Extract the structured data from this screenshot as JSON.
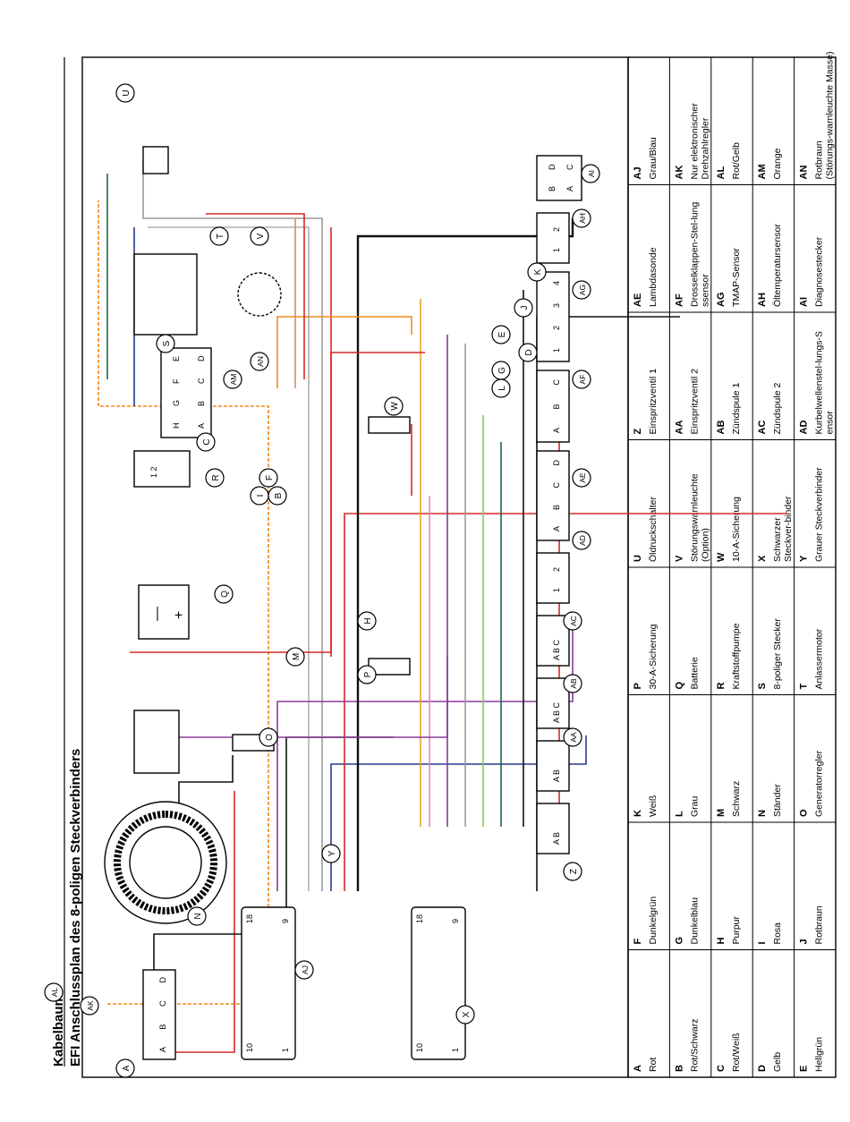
{
  "header": {
    "title": "Kabelbaum",
    "subtitle": "EFI Anschlussplan des 8-poligen Steckverbinders"
  },
  "colors": {
    "rot": "#d62828",
    "gelb": "#e0a82e",
    "rot_weiss": "#e07070",
    "rot_schwarz": "#8b1a1a",
    "dunkelgruen": "#1f6b3a",
    "dunkelblau": "#2b3a8c",
    "rosa": "#e888b8",
    "purpur": "#8a3a9a",
    "schwarz": "#111111",
    "grau": "#9a9a9a",
    "hellgruen": "#7ccf5a",
    "orange": "#f08a1c",
    "rot_gelb": "#d9822b",
    "grau_blau": "#5a6e9a",
    "gelb_orange": "#e8c020"
  },
  "legend_rows": [
    [
      {
        "k": "A",
        "v": "Rot"
      },
      {
        "k": "B",
        "v": "Rot/Schwarz"
      },
      {
        "k": "C",
        "v": "Rot/Weiß"
      },
      {
        "k": "D",
        "v": "Gelb"
      },
      {
        "k": "E",
        "v": "Hellgrün"
      }
    ],
    [
      {
        "k": "F",
        "v": "Dunkelgrün"
      },
      {
        "k": "G",
        "v": "Dunkelblau"
      },
      {
        "k": "H",
        "v": "Purpur"
      },
      {
        "k": "I",
        "v": "Rosa"
      },
      {
        "k": "J",
        "v": "Rotbraun"
      }
    ],
    [
      {
        "k": "K",
        "v": "Weiß"
      },
      {
        "k": "L",
        "v": "Grau"
      },
      {
        "k": "M",
        "v": "Schwarz"
      },
      {
        "k": "N",
        "v": "Ständer"
      },
      {
        "k": "O",
        "v": "Generatorregler"
      }
    ],
    [
      {
        "k": "P",
        "v": "30-A-Sicherung"
      },
      {
        "k": "Q",
        "v": "Batterie"
      },
      {
        "k": "R",
        "v": "Kraftstoffpumpe"
      },
      {
        "k": "S",
        "v": "8-poliger Stecker"
      },
      {
        "k": "T",
        "v": "Anlassermotor"
      }
    ],
    [
      {
        "k": "U",
        "v": "Öldruckschalter"
      },
      {
        "k": "V",
        "v": "Störungswarnleuchte (Option)"
      },
      {
        "k": "W",
        "v": "10-A-Sicherung"
      },
      {
        "k": "X",
        "v": "Schwarzer Steckver-binder"
      },
      {
        "k": "Y",
        "v": "Grauer Steckverbinder"
      }
    ],
    [
      {
        "k": "Z",
        "v": "Einspritzventil 1"
      },
      {
        "k": "AA",
        "v": "Einspritzventil 2"
      },
      {
        "k": "AB",
        "v": "Zündspule 1"
      },
      {
        "k": "AC",
        "v": "Zündspule 2"
      },
      {
        "k": "AD",
        "v": "Kurbelwellenstel-lungs-Sensor"
      }
    ],
    [
      {
        "k": "AE",
        "v": "Lambdasonde"
      },
      {
        "k": "AF",
        "v": "Drosselklappen-Stel-lungssensor"
      },
      {
        "k": "AG",
        "v": "TMAP-Sensor"
      },
      {
        "k": "AH",
        "v": "Öltemperatursensor"
      },
      {
        "k": "AI",
        "v": "Diagnosestecker"
      }
    ],
    [
      {
        "k": "AJ",
        "v": "Grau/Blau"
      },
      {
        "k": "AK",
        "v": "Nur elektronischer Drehzahlregler"
      },
      {
        "k": "AL",
        "v": "Rot/Gelb"
      },
      {
        "k": "AM",
        "v": "Orange"
      },
      {
        "k": "AN",
        "v": "Rotbraun (Störungs-warnleuchte Masse)"
      }
    ]
  ],
  "callouts": [
    "A",
    "B",
    "C",
    "D",
    "E",
    "F",
    "G",
    "H",
    "I",
    "J",
    "K",
    "L",
    "M",
    "N",
    "O",
    "P",
    "Q",
    "R",
    "S",
    "T",
    "U",
    "V",
    "W",
    "X",
    "Y",
    "Z",
    "AA",
    "AB",
    "AC",
    "AD",
    "AE",
    "AF",
    "AG",
    "AH",
    "AI",
    "AJ",
    "AK",
    "AL",
    "AM",
    "AN"
  ],
  "pins": {
    "abc": "A B C",
    "ab": "A B",
    "abcd": "A B C D",
    "s_top": [
      "E",
      "D"
    ],
    "s_rows": [
      [
        "H",
        "A"
      ],
      [
        "G",
        "B"
      ],
      [
        "F",
        "C"
      ],
      [
        "E",
        "D"
      ]
    ],
    "ag": [
      "1",
      "2",
      "3",
      "4"
    ],
    "ad": [
      "1",
      "2"
    ],
    "ah": [
      "1",
      "2"
    ],
    "r": "1 2",
    "ai": [
      [
        "B",
        "A"
      ],
      [
        "D",
        "C"
      ]
    ],
    "ecu_1": "1",
    "ecu_9": "9",
    "ecu_10": "10",
    "ecu_18": "18"
  },
  "symbols": {
    "minus": "—",
    "plus": "+"
  }
}
